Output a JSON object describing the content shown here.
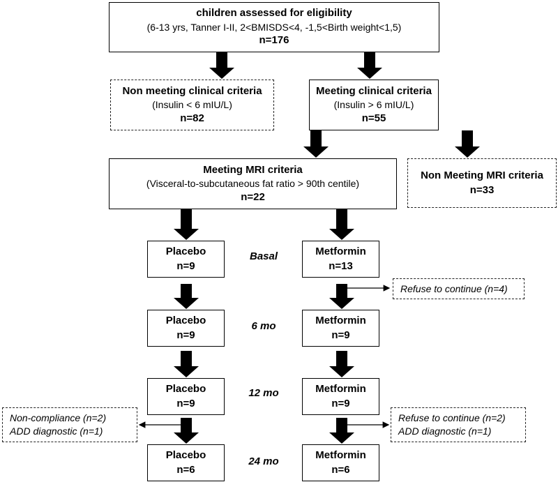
{
  "screening": {
    "title": "children assessed for eligibility",
    "criteria": "(6-13 yrs, Tanner I-II, 2<BMISDS<4, -1,5<Birth weight<1,5)",
    "n": "n=176"
  },
  "non_clinical": {
    "title": "Non meeting clinical criteria",
    "criteria": "(Insulin < 6 mIU/L)",
    "n": "n=82"
  },
  "clinical": {
    "title": "Meeting clinical criteria",
    "criteria": "(Insulin > 6 mIU/L)",
    "n": "n=55"
  },
  "mri": {
    "title": "Meeting MRI criteria",
    "criteria": "(Visceral-to-subcutaneous fat ratio > 90th centile)",
    "n": "n=22"
  },
  "non_mri": {
    "title": "Non Meeting MRI criteria",
    "n": "n=33"
  },
  "timepoints": [
    "Basal",
    "6 mo",
    "12 mo",
    "24 mo"
  ],
  "placebo": [
    {
      "label": "Placebo",
      "n": "n=9"
    },
    {
      "label": "Placebo",
      "n": "n=9"
    },
    {
      "label": "Placebo",
      "n": "n=9"
    },
    {
      "label": "Placebo",
      "n": "n=6"
    }
  ],
  "metformin": [
    {
      "label": "Metformin",
      "n": "n=13"
    },
    {
      "label": "Metformin",
      "n": "n=9"
    },
    {
      "label": "Metformin",
      "n": "n=9"
    },
    {
      "label": "Metformin",
      "n": "n=6"
    }
  ],
  "dropouts": {
    "metformin_6mo": "Refuse to continue (n=4)",
    "placebo_24mo": [
      "Non-compliance (n=2)",
      "ADD diagnostic (n=1)"
    ],
    "metformin_24mo": [
      "Refuse to continue  (n=2)",
      "ADD diagnostic (n=1)"
    ]
  }
}
